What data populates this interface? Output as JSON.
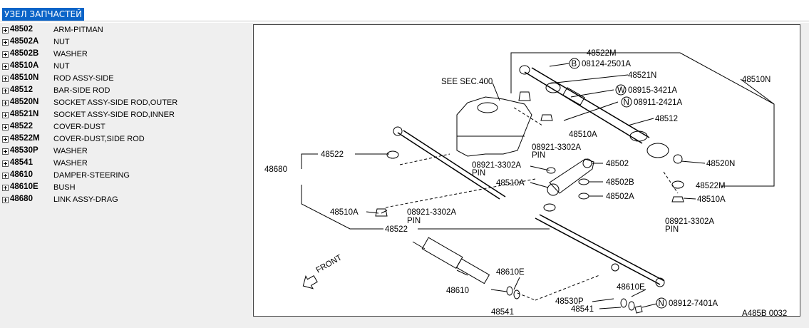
{
  "header": {
    "title": "УЗЕЛ ЗАПЧАСТЕЙ"
  },
  "parts": [
    {
      "number": "48502",
      "name": "ARM-PITMAN"
    },
    {
      "number": "48502A",
      "name": "NUT"
    },
    {
      "number": "48502B",
      "name": "WASHER"
    },
    {
      "number": "48510A",
      "name": "NUT"
    },
    {
      "number": "48510N",
      "name": "ROD ASSY-SIDE"
    },
    {
      "number": "48512",
      "name": "BAR-SIDE ROD"
    },
    {
      "number": "48520N",
      "name": "SOCKET ASSY-SIDE ROD,OUTER"
    },
    {
      "number": "48521N",
      "name": "SOCKET ASSY-SIDE ROD,INNER"
    },
    {
      "number": "48522",
      "name": "COVER-DUST"
    },
    {
      "number": "48522M",
      "name": "COVER-DUST,SIDE ROD"
    },
    {
      "number": "48530P",
      "name": "WASHER"
    },
    {
      "number": "48541",
      "name": "WASHER"
    },
    {
      "number": "48610",
      "name": "DAMPER-STEERING"
    },
    {
      "number": "48610E",
      "name": "BUSH"
    },
    {
      "number": "48680",
      "name": "LINK ASSY-DRAG"
    }
  ],
  "diagram": {
    "labels": {
      "l48522M_top": "48522M",
      "l08124": "08124-2501A",
      "circB": "B",
      "l48521N": "48521N",
      "l48510N": "48510N",
      "see_sec": "SEE SEC.400",
      "circW": "W",
      "l08915": "08915-3421A",
      "circN1": "N",
      "l08911": "08911-2421A",
      "l48512": "48512",
      "l48510A_1": "48510A",
      "l08921_1": "08921-3302A",
      "pin_1": "PIN",
      "l48522_left": "48522",
      "l48680": "48680",
      "l08921_2": "08921-3302A",
      "pin_2": "PIN",
      "l48510A_2": "48510A",
      "l48502": "48502",
      "l48502B": "48502B",
      "l48502A": "48502A",
      "l48520N": "48520N",
      "l48522M_right": "48522M",
      "l48510A_3": "48510A",
      "l08921_3": "08921-3302A",
      "pin_3": "PIN",
      "l48510A_4": "48510A",
      "l08921_4": "08921-3302A",
      "pin_4": "PIN",
      "l48522_bottom": "48522",
      "front": "FRONT",
      "l48610E_1": "48610E",
      "l48610": "48610",
      "l48541_1": "48541",
      "l48530P": "48530P",
      "l48610E_2": "48610E",
      "l48541_2": "48541",
      "circN2": "N",
      "l08912": "08912-7401A",
      "code": "A485B 0032"
    }
  }
}
